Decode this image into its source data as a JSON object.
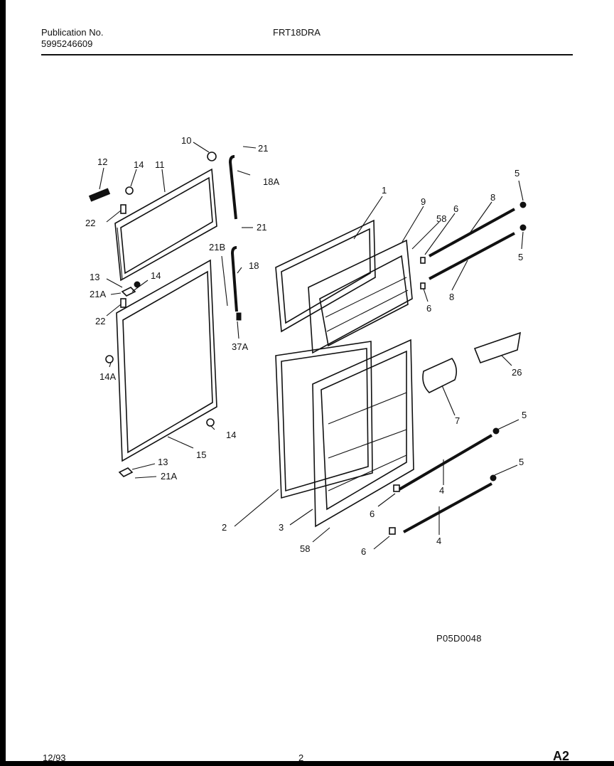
{
  "header": {
    "publication_label": "Publication No.",
    "publication_number": "5995246609",
    "model": "FRT18DRA"
  },
  "diagram": {
    "part_labels": [
      "1",
      "2",
      "3",
      "4",
      "4",
      "5",
      "5",
      "5",
      "5",
      "6",
      "6",
      "6",
      "6",
      "7",
      "8",
      "8",
      "9",
      "10",
      "11",
      "12",
      "13",
      "13",
      "14",
      "14",
      "14",
      "14A",
      "15",
      "18",
      "18A",
      "21",
      "21",
      "21A",
      "21A",
      "21B",
      "22",
      "22",
      "26",
      "37A",
      "58",
      "58"
    ],
    "drawing_code": "P05D0048"
  },
  "footer": {
    "date": "12/93",
    "page": "2",
    "sheet": "A2"
  }
}
